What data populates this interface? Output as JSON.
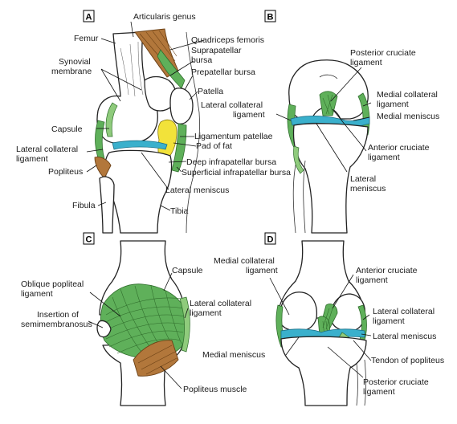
{
  "panels": {
    "A": {
      "letter": "A",
      "labels": {
        "articularis_genus": "Articularis genus",
        "femur": "Femur",
        "quadriceps_femoris": "Quadriceps femoris",
        "suprapatellar_bursa_1": "Suprapatellar",
        "suprapatellar_bursa_2": "bursa",
        "synovial_membrane_1": "Synovial",
        "synovial_membrane_2": "membrane",
        "prepatellar_bursa": "Prepatellar bursa",
        "patella": "Patella",
        "capsule": "Capsule",
        "ligamentum_patellae": "Ligamentum patellae",
        "pad_of_fat": "Pad of fat",
        "lateral_collateral_1": "Lateral collateral",
        "lateral_collateral_2": "ligament",
        "popliteus": "Popliteus",
        "deep_infrapatellar_bursa": "Deep infrapatellar bursa",
        "superficial_infrapatellar_bursa": "Superficial infrapatellar bursa",
        "lateral_meniscus": "Lateral meniscus",
        "fibula": "Fibula",
        "tibia": "Tibia"
      }
    },
    "B": {
      "letter": "B",
      "labels": {
        "posterior_cruciate_1": "Posterior cruciate",
        "posterior_cruciate_2": "ligament",
        "medial_collateral_1": "Medial collateral",
        "medial_collateral_2": "ligament",
        "lateral_collateral_1": "Lateral collateral",
        "lateral_collateral_2": "ligament",
        "medial_meniscus": "Medial meniscus",
        "anterior_cruciate_1": "Anterior cruciate",
        "anterior_cruciate_2": "ligament",
        "lateral_meniscus_1": "Lateral",
        "lateral_meniscus_2": "meniscus"
      }
    },
    "C": {
      "letter": "C",
      "labels": {
        "capsule": "Capsule",
        "oblique_popliteal_1": "Oblique popliteal",
        "oblique_popliteal_2": "ligament",
        "lateral_collateral_1": "Lateral collateral",
        "lateral_collateral_2": "ligament",
        "insertion_1": "Insertion of",
        "insertion_2": "semimembranosus",
        "popliteus_muscle": "Popliteus muscle"
      }
    },
    "D": {
      "letter": "D",
      "labels": {
        "medial_collateral_1": "Medial collateral",
        "medial_collateral_2": "ligament",
        "anterior_cruciate_1": "Anterior cruciate",
        "anterior_cruciate_2": "ligament",
        "lateral_collateral_1": "Lateral collateral",
        "lateral_collateral_2": "ligament",
        "lateral_meniscus": "Lateral meniscus",
        "medial_meniscus": "Medial meniscus",
        "tendon_of_popliteus": "Tendon of popliteus",
        "posterior_cruciate_1": "Posterior cruciate",
        "posterior_cruciate_2": "ligament"
      }
    }
  },
  "colors": {
    "ligament_green": "#5fb05a",
    "meniscus_blue": "#3ab0cc",
    "muscle_brown": "#b2773b",
    "fat_yellow": "#f2e23a"
  }
}
